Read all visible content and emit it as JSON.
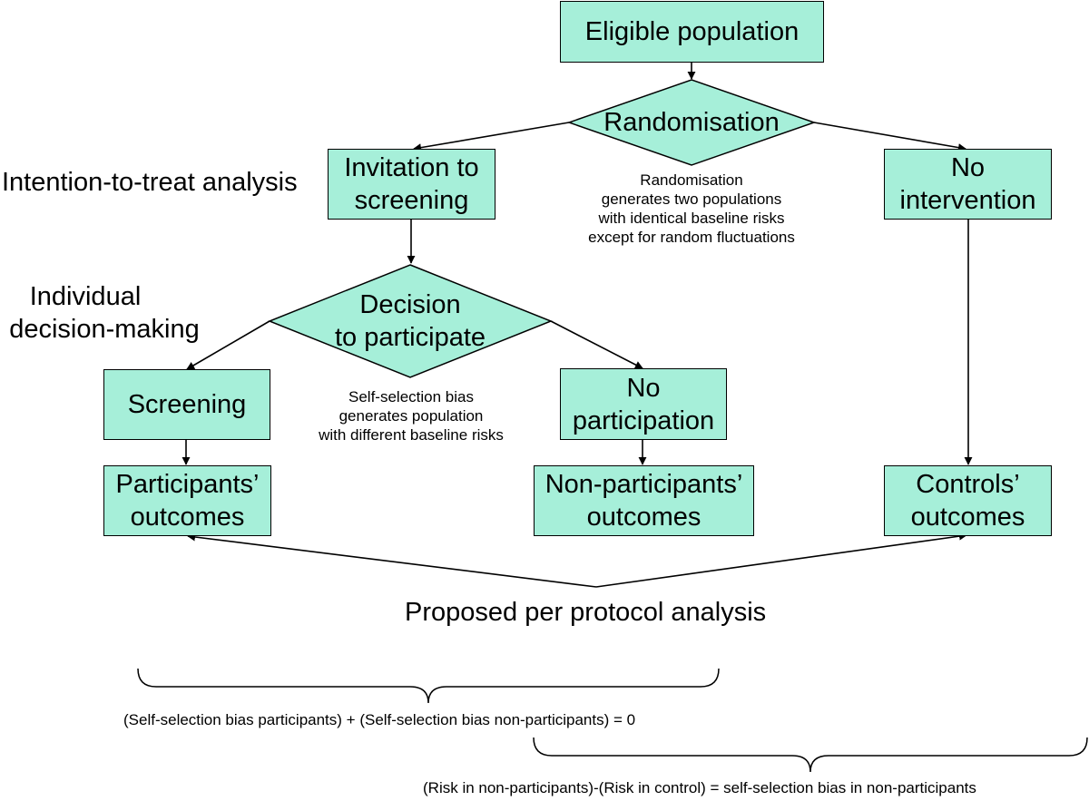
{
  "boxes": {
    "eligible": "Eligible population",
    "invitation": [
      "Invitation to",
      "screening"
    ],
    "no_intervention": [
      "No",
      "intervention"
    ],
    "screening": "Screening",
    "no_participation": [
      "No",
      "participation"
    ],
    "participants_outcomes": [
      "Participants’",
      "outcomes"
    ],
    "non_participants_outcomes": [
      "Non-participants’",
      "outcomes"
    ],
    "controls_outcomes": [
      "Controls’",
      "outcomes"
    ]
  },
  "decisions": {
    "randomisation": "Randomisation",
    "participate": [
      "Decision",
      "to participate"
    ]
  },
  "labels": {
    "itt": "Intention-to-treat analysis",
    "individual": [
      "Individual",
      "decision-making"
    ],
    "per_protocol": "Proposed per protocol analysis"
  },
  "notes": {
    "randomisation": [
      "Randomisation",
      "generates two populations",
      "with identical baseline risks",
      "except for random fluctuations"
    ],
    "self_selection": [
      "Self-selection bias",
      "generates population",
      "with different baseline risks"
    ]
  },
  "formulas": {
    "first": "(Self-selection bias participants) + (Self-selection bias non-participants) = 0",
    "second": "(Risk in non-participants)-(Risk in control) = self-selection bias in non-participants"
  },
  "colors": {
    "box_fill": "#a6efd9",
    "stroke": "#000000"
  }
}
